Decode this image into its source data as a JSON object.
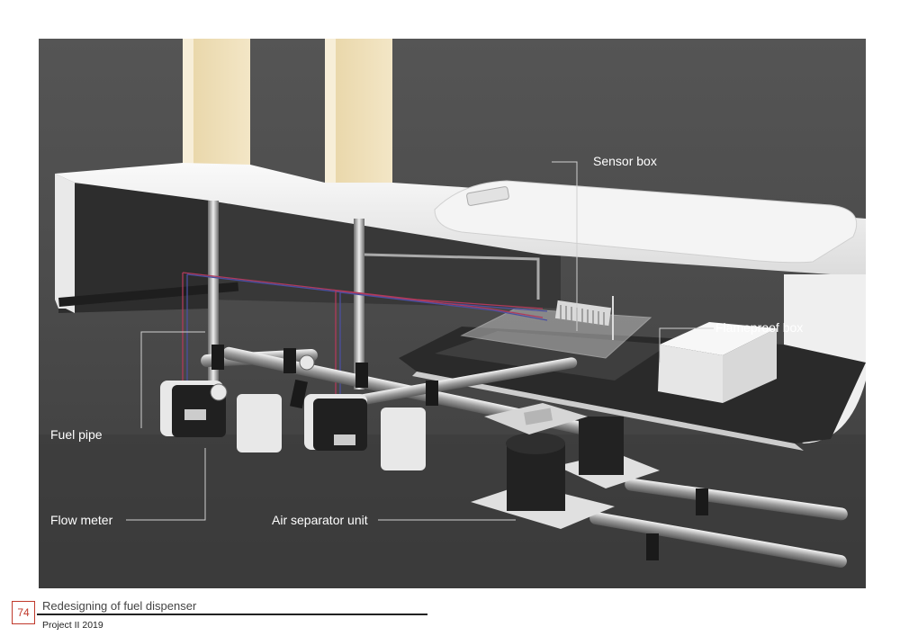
{
  "page": {
    "number": "74",
    "title": "Redesigning of fuel dispenser",
    "subtitle": "Project II 2019"
  },
  "render": {
    "labels": {
      "sensor_box": "Sensor box",
      "flameproof_box": "Flameproof box",
      "fuel_pipe": "Fuel pipe",
      "flow_meter": "Flow meter",
      "air_separator": "Air separator unit"
    }
  },
  "colors": {
    "background": "#4a4a4a",
    "housing": "#f2f2f2",
    "column": "#efe0b9",
    "page_number_accent": "#c0392b"
  }
}
